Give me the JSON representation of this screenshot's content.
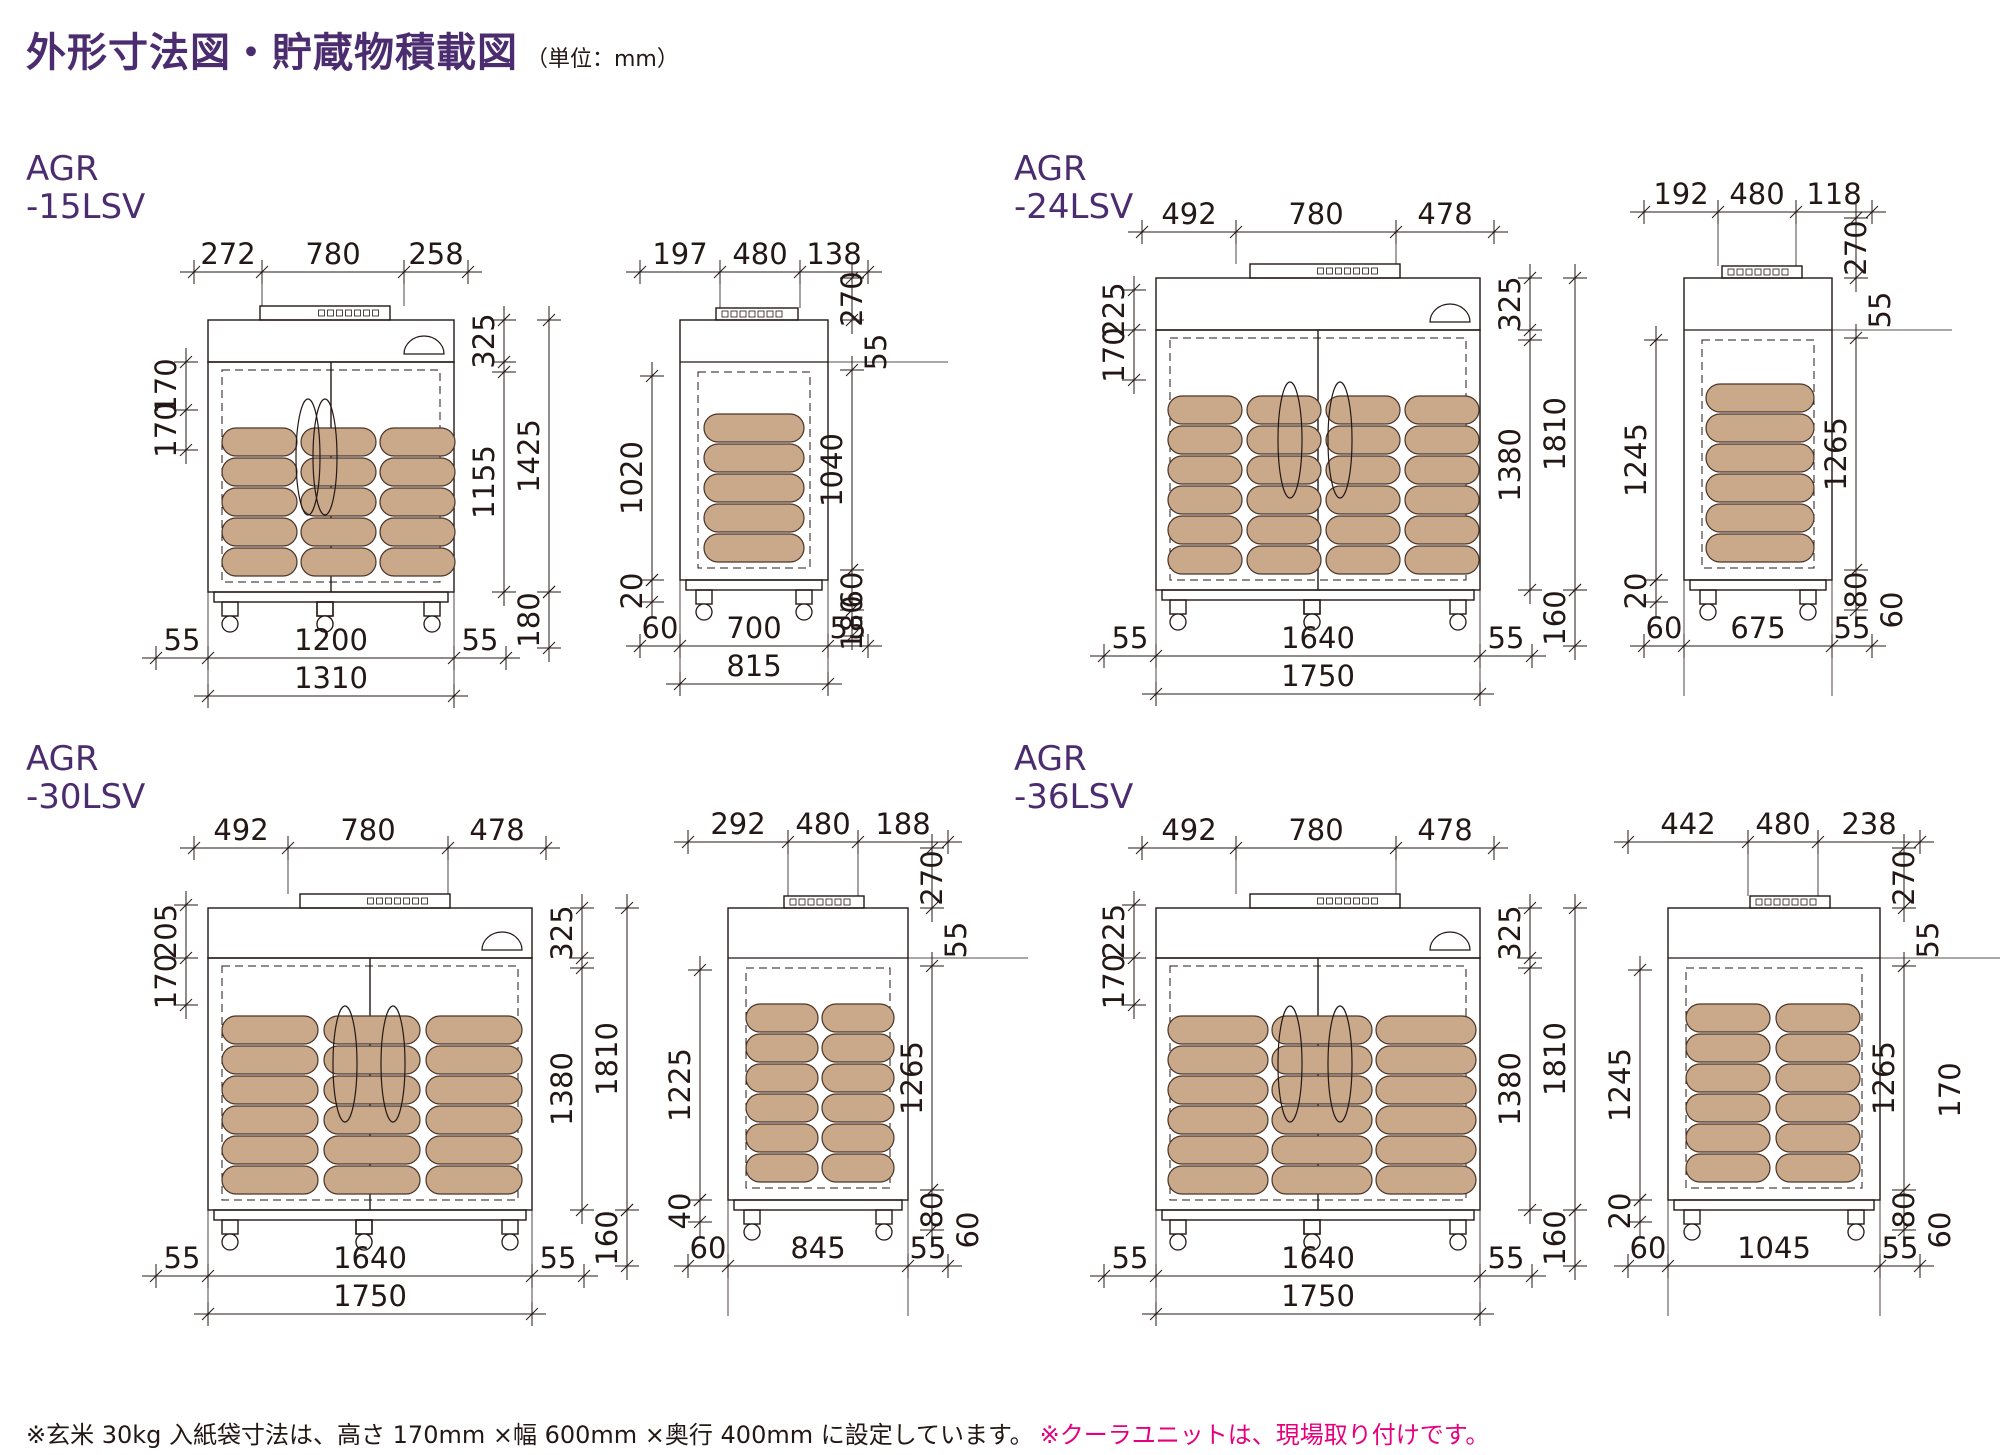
{
  "header": {
    "title": "外形寸法図・貯蔵物積載図",
    "unit": "（単位：mm）"
  },
  "colors": {
    "accent_purple": "#4b2c6f",
    "accent_magenta": "#e6007e",
    "line": "#231815",
    "rice_bag": "#c9a98a",
    "rice_bag_stroke": "#4a3528"
  },
  "models": [
    {
      "name": "AGR\n-15LSV",
      "front": {
        "top": [
          "272",
          "780",
          "258"
        ],
        "left": [
          "170",
          "170"
        ],
        "right": [
          "325",
          "1425",
          "1155"
        ],
        "bottom_inner": [
          "55",
          "1200",
          "55"
        ],
        "bottom_total": "1310",
        "leg": "180"
      },
      "side": {
        "top": [
          "197",
          "480",
          "138"
        ],
        "right_top": [
          "270",
          "55"
        ],
        "left": "1020",
        "right_mid": "1040",
        "right_low": "60",
        "left_low": "20",
        "bottom_inner": [
          "60",
          "700",
          "55"
        ],
        "bottom_total": "815",
        "leg": "180"
      }
    },
    {
      "name": "AGR\n-24LSV",
      "front": {
        "top": [
          "492",
          "780",
          "478"
        ],
        "left": [
          "225",
          "170"
        ],
        "right": [
          "325",
          "1810",
          "1380"
        ],
        "bottom_inner": [
          "55",
          "1640",
          "55"
        ],
        "bottom_total": "1750",
        "leg": "160"
      },
      "side": {
        "top": [
          "192",
          "480",
          "118"
        ],
        "right_top": [
          "270",
          "55"
        ],
        "left": "1245",
        "right_mid": "1265",
        "right_low": "80",
        "right_low2": "60",
        "left_low": "20",
        "bottom_inner": [
          "60",
          "675",
          "55"
        ]
      }
    },
    {
      "name": "AGR\n-30LSV",
      "front": {
        "top": [
          "492",
          "780",
          "478"
        ],
        "left": [
          "205",
          "170"
        ],
        "right": [
          "325",
          "1810",
          "1380"
        ],
        "bottom_inner": [
          "55",
          "1640",
          "55"
        ],
        "bottom_total": "1750",
        "leg": "160"
      },
      "side": {
        "top": [
          "292",
          "480",
          "188"
        ],
        "right_top": [
          "270",
          "55"
        ],
        "left": "1225",
        "right_mid": "1265",
        "right_low": "80",
        "right_low2": "60",
        "left_low": "40",
        "bottom_inner": [
          "60",
          "845",
          "55"
        ]
      }
    },
    {
      "name": "AGR\n-36LSV",
      "front": {
        "top": [
          "492",
          "780",
          "478"
        ],
        "left": [
          "225",
          "170"
        ],
        "right": [
          "325",
          "1810",
          "1380"
        ],
        "bottom_inner": [
          "55",
          "1640",
          "55"
        ],
        "bottom_total": "1750",
        "leg": "160"
      },
      "side": {
        "top": [
          "442",
          "480",
          "238"
        ],
        "right_top": [
          "270",
          "55"
        ],
        "left": "1245",
        "right_mid": "1265",
        "right_extra": "170",
        "right_low": "80",
        "right_low2": "60",
        "left_low": "20",
        "bottom_inner": [
          "60",
          "1045",
          "55"
        ]
      }
    }
  ],
  "footnote": {
    "main": "※玄米 30kg 入紙袋寸法は、高さ 170mm ×幅 600mm ×奥行 400mm に設定しています。",
    "accent": "※クーラユニットは、現場取り付けです。"
  }
}
